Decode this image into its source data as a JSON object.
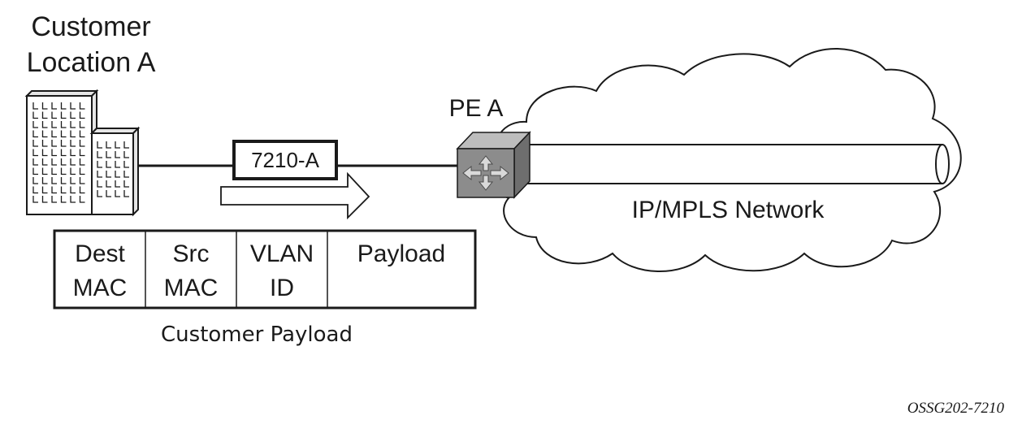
{
  "location": {
    "line1": "Customer",
    "line2": "Location A"
  },
  "device_label": "7210-A",
  "pe_label": "PE A",
  "network_label": "IP/MPLS Network",
  "frame": {
    "fields": [
      {
        "line1": "Dest",
        "line2": "MAC"
      },
      {
        "line1": "Src",
        "line2": "MAC"
      },
      {
        "line1": "VLAN",
        "line2": "ID"
      },
      {
        "line1": "Payload",
        "line2": ""
      }
    ],
    "caption": "Customer Payload"
  },
  "figure_id": "OSSG202-7210",
  "colors": {
    "line": "#1a1a1a",
    "router_top": "#bdbdbd",
    "router_front": "#8c8c8c",
    "router_side": "#6e6e6e",
    "cloud_fill": "#ffffff"
  },
  "icons": [
    "building-icon",
    "router-icon",
    "arrow-icon",
    "cloud-icon",
    "tunnel-pipe-icon"
  ]
}
